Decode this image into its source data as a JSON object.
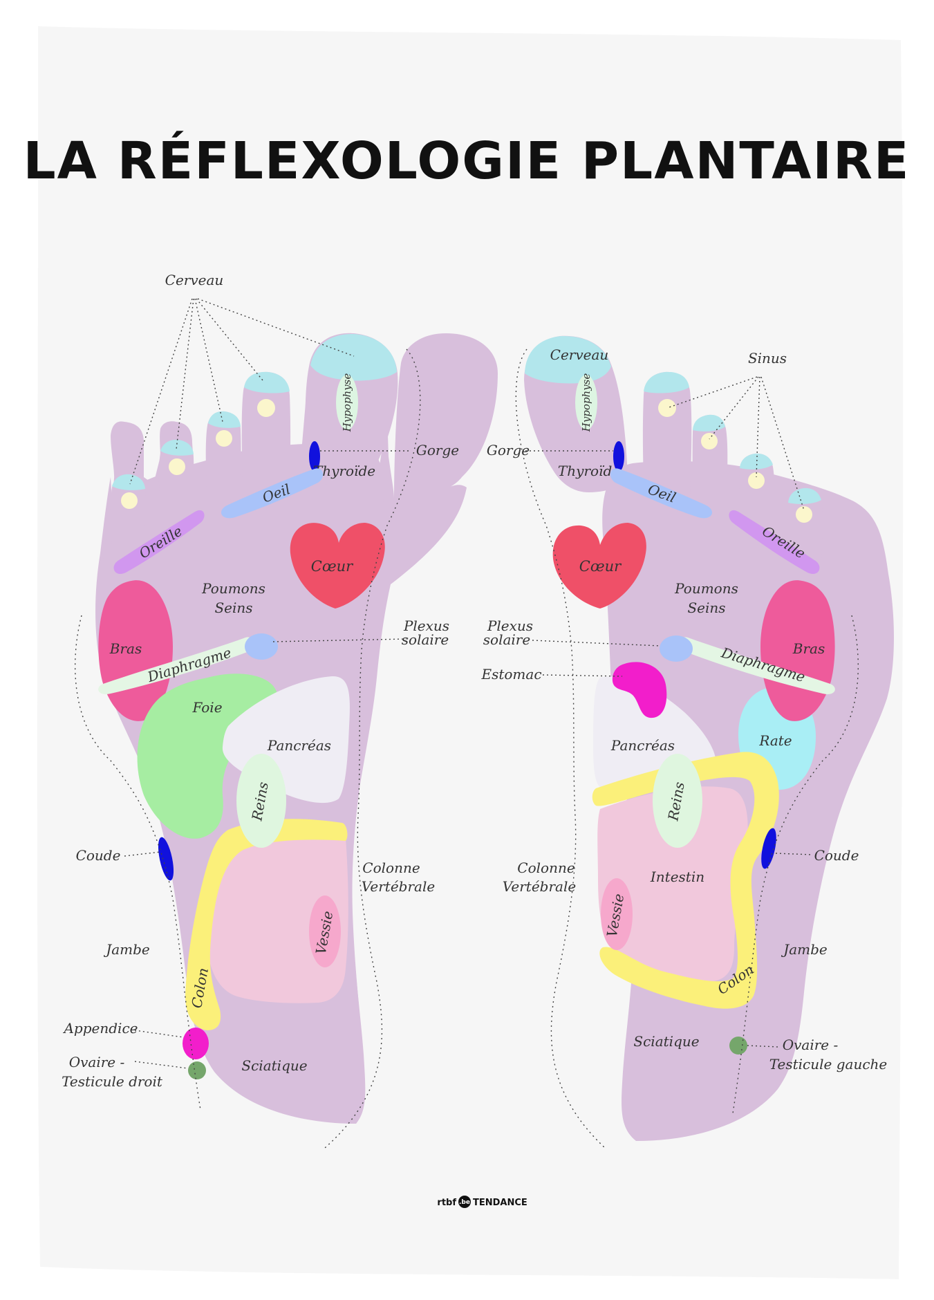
{
  "title": "LA RÉFLEXOLOGIE PLANTAIRE",
  "colors": {
    "paper": "#f6f6f6",
    "foot": "#d8bfdc",
    "cerveau": "#b2e6ec",
    "toe_dot": "#fbf6cc",
    "hypophyse": "#ddf5e2",
    "thyroide": "#1111dd",
    "oeil": "#a9c3f9",
    "oreille": "#d197ef",
    "coeur": "#ef5068",
    "bras": "#ee5b9b",
    "diaphragme": "#e4f6e4",
    "plexus": "#a9c3f9",
    "foie": "#a6eda2",
    "pancreas": "#efedf4",
    "reins": "#dff6df",
    "colon": "#fbf07a",
    "intestin": "#f1c8dc",
    "vessie": "#f6a8cc",
    "appendice": "#f21ecb",
    "ovaire": "#75a66b",
    "estomac": "#f21ecb",
    "rate": "#a9eef5"
  },
  "labels": {
    "cerveau": "Cerveau",
    "hypophyse": "Hypophyse",
    "gorge": "Gorge",
    "thyroide": "Thyroïde",
    "oeil": "Oeil",
    "oreille": "Oreille",
    "coeur": "Cœur",
    "poumons": "Poumons",
    "seins": "Seins",
    "bras": "Bras",
    "diaphragme": "Diaphragme",
    "plexus_1": "Plexus",
    "plexus_2": "solaire",
    "foie": "Foie",
    "pancreas": "Pancréas",
    "reins": "Reins",
    "coude": "Coude",
    "colonne_1": "Colonne",
    "colonne_2": "Vertébrale",
    "vessie": "Vessie",
    "jambe": "Jambe",
    "colon": "Colon",
    "appendice": "Appendice",
    "sciatique": "Sciatique",
    "ovaire_1": "Ovaire -",
    "ovaire_droit_2": "Testicule droit",
    "ovaire_gauche_2": "Testicule gauche",
    "sinus": "Sinus",
    "estomac": "Estomac",
    "rate": "Rate",
    "intestin": "Intestin"
  },
  "logo": {
    "left": "rtbf",
    "badge": ".be",
    "right": "TENDANCE"
  }
}
